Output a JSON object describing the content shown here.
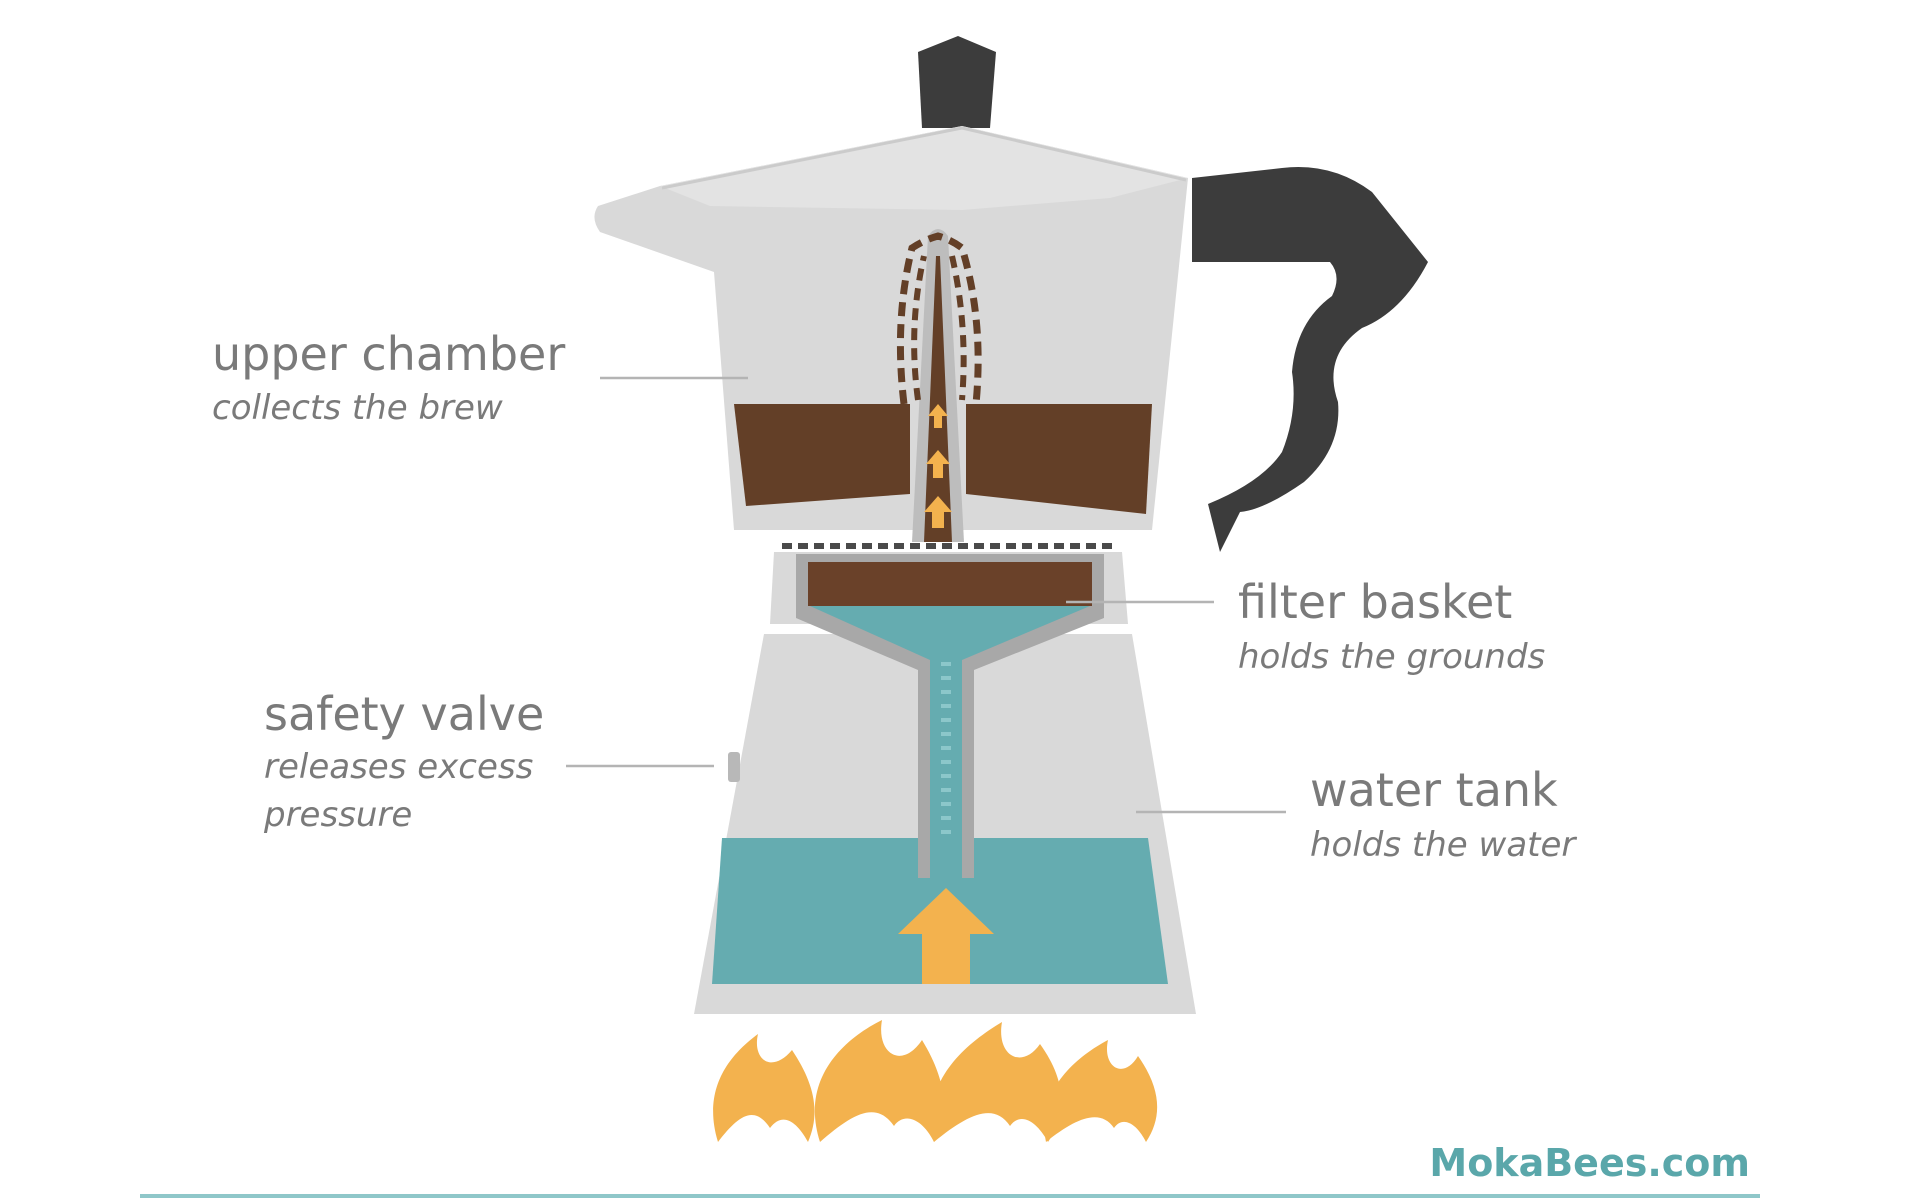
{
  "colors": {
    "body": "#d9d9d9",
    "body_edge": "#c9c9c9",
    "lid_top": "#e3e3e3",
    "handle": "#3c3c3c",
    "coffee": "#633f27",
    "grounds": "#6a4129",
    "water": "#65acb0",
    "arrow": "#f3b24e",
    "flame": "#f3b24e",
    "label_text": "#7a7a7a",
    "leader_line": "#b4b4b4",
    "brand": "#5aa7aa",
    "baseline": "#8fc7c9"
  },
  "labels": {
    "upper_chamber": {
      "title": "upper chamber",
      "subtitle": [
        "collects the brew"
      ]
    },
    "filter_basket": {
      "title": "filter basket",
      "subtitle": [
        "holds the grounds"
      ]
    },
    "safety_valve": {
      "title": "safety valve",
      "subtitle": [
        "releases excess",
        "pressure"
      ]
    },
    "water_tank": {
      "title": "water tank",
      "subtitle": [
        "holds the water"
      ]
    }
  },
  "icons": [
    "lid-knob-icon",
    "handle-icon",
    "flame-icon",
    "up-arrow-icon"
  ],
  "brand": "MokaBees.com"
}
